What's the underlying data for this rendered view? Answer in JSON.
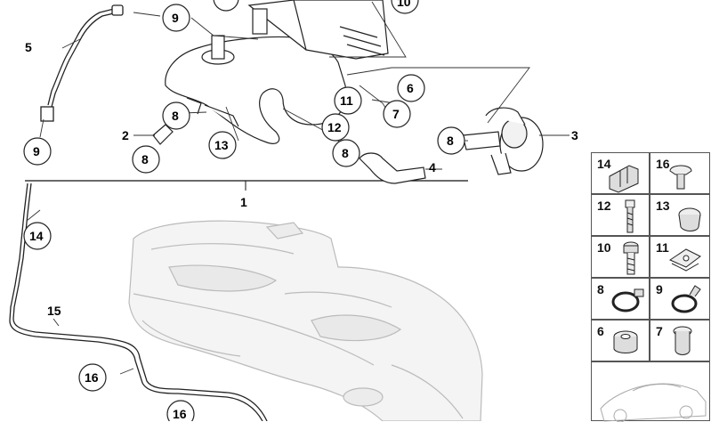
{
  "diagram": {
    "labels": {
      "main": "1",
      "hose_2": "2",
      "valve_3": "3",
      "hose_4": "4",
      "pipe_5": "5",
      "c6": "6",
      "c7": "7",
      "c8a": "8",
      "c8b": "8",
      "c8c": "8",
      "c8d": "8",
      "c9a": "9",
      "c9b": "9",
      "c10": "10",
      "c11": "11",
      "c12": "12",
      "c13": "13",
      "c14": "14",
      "pipe_15": "15",
      "c16a": "16",
      "c16b": "16"
    },
    "legend": [
      {
        "left": "14",
        "right": "16"
      },
      {
        "left": "12",
        "right": "13"
      },
      {
        "left": "10",
        "right": "11"
      },
      {
        "left": "8",
        "right": "9"
      },
      {
        "left": "6",
        "right": "7"
      }
    ]
  }
}
